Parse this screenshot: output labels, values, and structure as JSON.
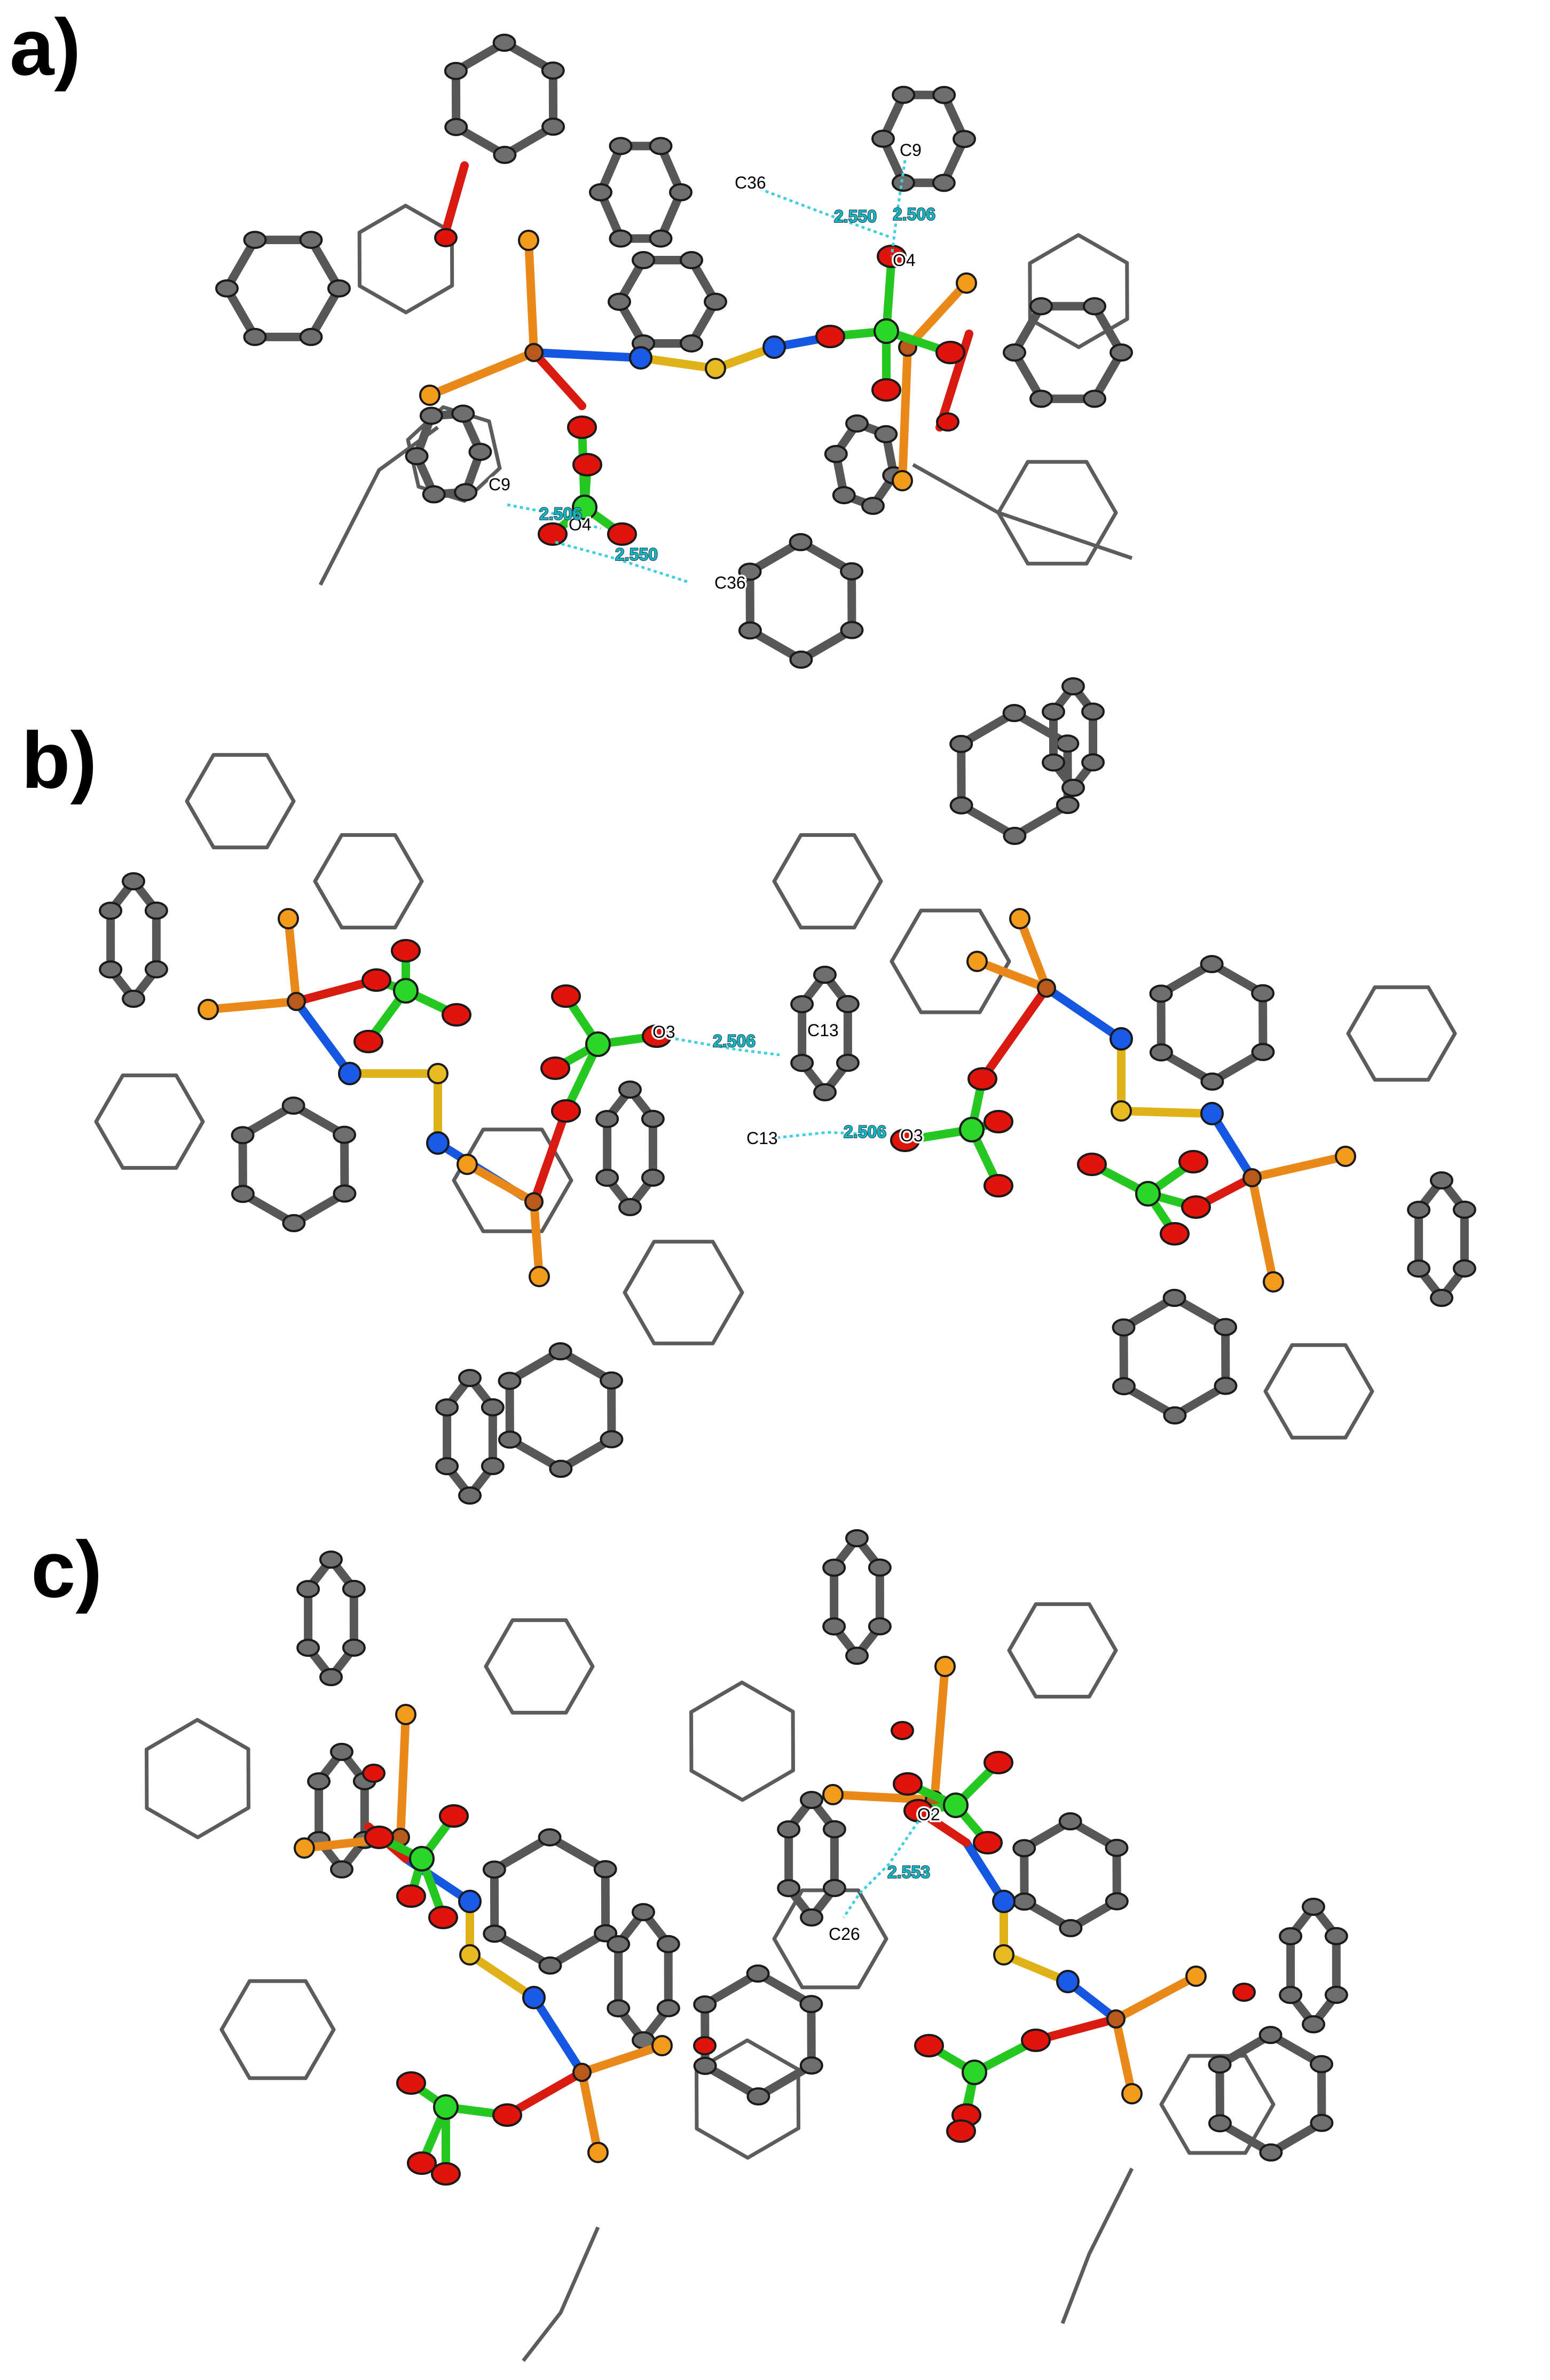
{
  "figure": {
    "panels": [
      {
        "id": "a",
        "label": "a)",
        "atom_labels": [
          "C36",
          "C9",
          "O4",
          "C9",
          "O4",
          "C36"
        ],
        "distances": [
          "2.550",
          "2.506",
          "2.506",
          "2.550"
        ]
      },
      {
        "id": "b",
        "label": "b)",
        "atom_labels": [
          "O3",
          "C13",
          "C13",
          "O3"
        ],
        "distances": [
          "2.506",
          "2.506"
        ]
      },
      {
        "id": "c",
        "label": "c)",
        "atom_labels": [
          "O2",
          "C26"
        ],
        "distances": [
          "2.553"
        ]
      }
    ]
  },
  "colors": {
    "carbon": "#6e6e6e",
    "oxygen": "#e0140a",
    "phosphorus": "#f39b1c",
    "copper": "#b85a1c",
    "nitrogen": "#1a5ae6",
    "sulfur": "#e8bb22",
    "chlorine": "#2bd628",
    "hydrogen_bond": "#3fd0e0"
  }
}
